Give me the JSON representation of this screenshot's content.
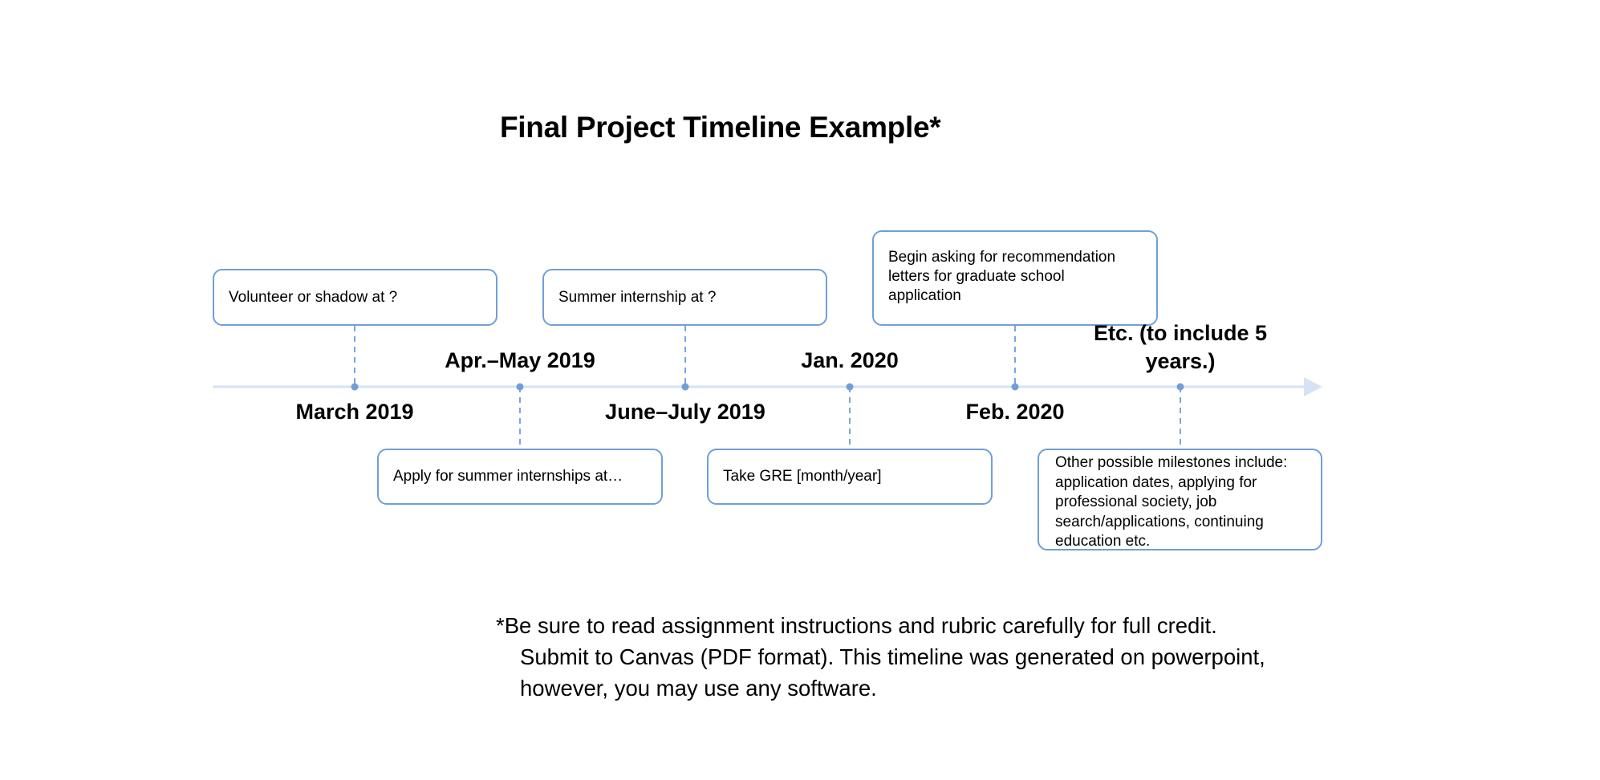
{
  "title": "Final Project Timeline Example*",
  "colors": {
    "box_border": "#6f9fd8",
    "axis": "#d6e3f3",
    "connector": "#7aa6dc",
    "dot": "#6f9fd8"
  },
  "milestones": [
    {
      "date": "March 2019",
      "text": "Volunteer or shadow at ?",
      "side": "above"
    },
    {
      "date": "Apr.–May 2019",
      "text": "Apply for summer internships at…",
      "side": "below"
    },
    {
      "date": "June–July 2019",
      "text": "Summer internship at ?",
      "side": "above"
    },
    {
      "date": "Jan. 2020",
      "text": "Take GRE [month/year]",
      "side": "below"
    },
    {
      "date": "Feb. 2020",
      "text": "Begin asking for recommendation letters for graduate school application",
      "side": "above"
    },
    {
      "date": "Etc.  (to include 5 years.)",
      "text": "Other possible milestones include:  application dates, applying for professional society, job search/applications, continuing education etc.",
      "side": "below"
    }
  ],
  "footnote": {
    "line1": "*Be sure to read assignment instructions and rubric carefully for full credit.",
    "line2": "Submit to Canvas (PDF format).  This timeline was generated on powerpoint,",
    "line3": "however, you may use any software."
  }
}
